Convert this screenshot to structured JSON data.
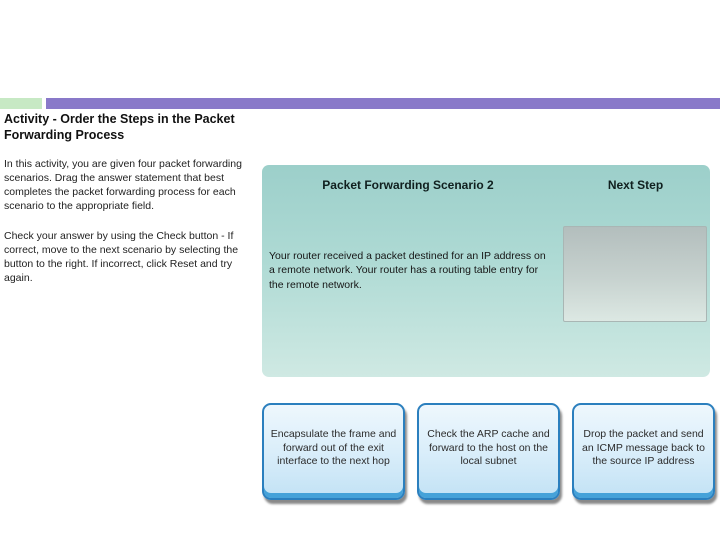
{
  "header": {
    "title": "Activity - Order the Steps in the Packet Forwarding Process"
  },
  "instructions": {
    "paragraph1": "In this activity, you are given four packet forwarding scenarios. Drag the answer statement that best completes the packet forwarding process for each scenario to the appropriate field.",
    "paragraph2": "Check your answer by using the Check button - If correct, move to the next scenario by selecting the button to the right. If incorrect, click Reset and try again."
  },
  "activity_panel": {
    "scenario_header": "Packet Forwarding Scenario 2",
    "next_step_header": "Next Step",
    "scenario_text": "Your router received a packet destined for an IP address on a remote network. Your router has a routing table entry for the remote network.",
    "drop_zone_value": ""
  },
  "answer_cards": [
    {
      "label": "Encapsulate the frame and forward out of the exit interface to the next hop"
    },
    {
      "label": "Check the ARP cache and forward to the host on the local subnet"
    },
    {
      "label": "Drop the packet and send an ICMP message back to the source IP address"
    }
  ],
  "colors": {
    "accent_green": "#c7e9c4",
    "accent_purple": "#8979c9",
    "panel_teal_top": "#9ccfca",
    "panel_teal_bottom": "#cfe9e3",
    "dropzone_top": "#b3bebd",
    "dropzone_bottom": "#dce8e3",
    "card_border": "#2b7fbe",
    "card_bg_top": "#eef7fd",
    "card_bg_bottom": "#c2e2f5",
    "card_bevel": "#45a2d9"
  }
}
